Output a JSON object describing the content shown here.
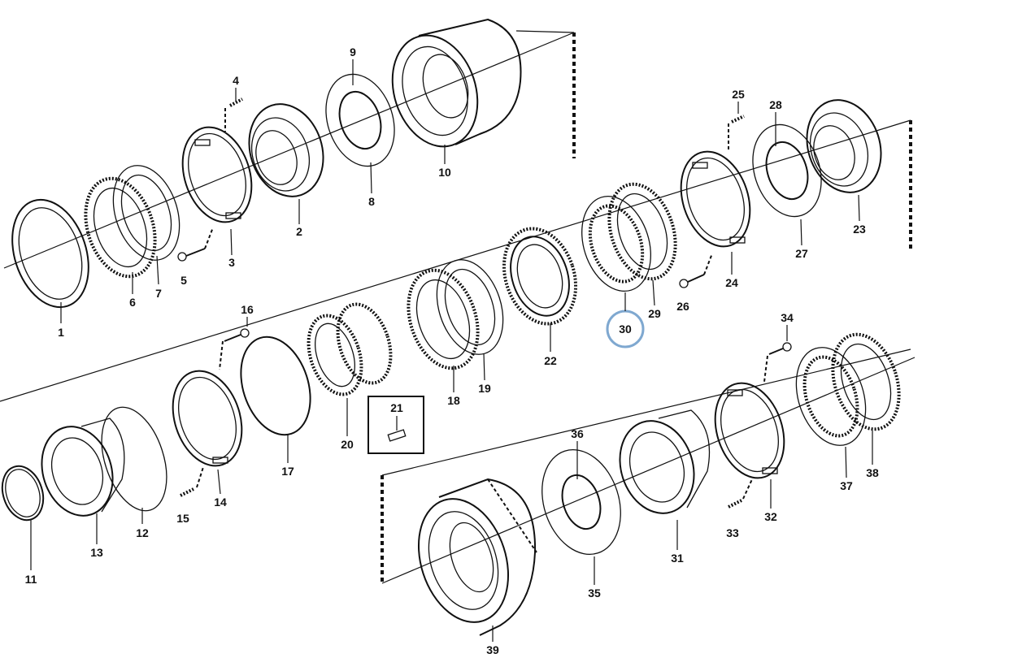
{
  "diagram": {
    "highlight": {
      "label": "30",
      "color": "#7fa8d0"
    },
    "labels": [
      "1",
      "2",
      "3",
      "4",
      "5",
      "6",
      "7",
      "8",
      "9",
      "10",
      "11",
      "12",
      "13",
      "14",
      "15",
      "16",
      "17",
      "18",
      "19",
      "20",
      "21",
      "22",
      "23",
      "24",
      "25",
      "26",
      "27",
      "28",
      "29",
      "30",
      "31",
      "32",
      "33",
      "34",
      "35",
      "36",
      "37",
      "38",
      "39"
    ]
  }
}
